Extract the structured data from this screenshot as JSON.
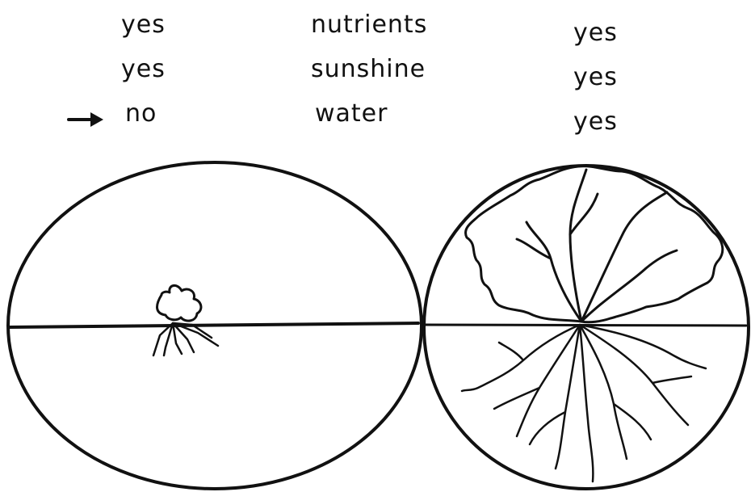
{
  "left_column": {
    "rows": [
      {
        "text": "yes",
        "has_arrow": false
      },
      {
        "text": "yes",
        "has_arrow": false
      },
      {
        "text": "no",
        "has_arrow": true
      }
    ]
  },
  "middle_column": {
    "rows": [
      "nutrients",
      "sunshine",
      "water"
    ]
  },
  "right_column": {
    "rows": [
      "yes",
      "yes",
      "yes"
    ]
  },
  "icons": {
    "arrow": "right-arrow-icon"
  },
  "colors": {
    "ink": "#111111",
    "paper": "#ffffff"
  }
}
